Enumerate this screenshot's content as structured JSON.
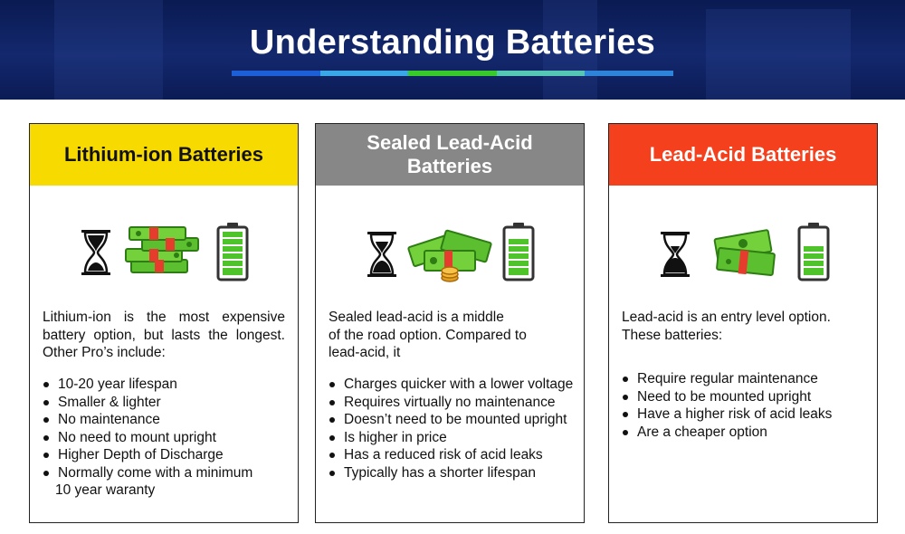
{
  "title": "Understanding Batteries",
  "underline_colors": [
    "#1d5fd6",
    "#3aa7e6",
    "#38c92a",
    "#55c7b4",
    "#2e84d8"
  ],
  "cards": [
    {
      "header_lines": [
        "Lithium-ion Batteries"
      ],
      "header_bg": "#f7db00",
      "header_color": "#111111",
      "icons": [
        "hourglass-icon",
        "money-stacks-icon",
        "battery-full-icon"
      ],
      "description_lines": [
        "Lithium-ion is the most expensive",
        "battery option, but lasts the longest.",
        "Other Pro’s include:"
      ],
      "bullets": [
        "10-20 year lifespan",
        "Smaller & lighter",
        "No maintenance",
        "No need to mount upright",
        "Higher Depth of Discharge",
        "Normally come with a minimum"
      ],
      "bullet_continuation": "10 year waranty"
    },
    {
      "header_lines": [
        "Sealed Lead-Acid",
        "Batteries"
      ],
      "header_bg": "#878787",
      "header_color": "#ffffff",
      "icons": [
        "hourglass-icon",
        "money-and-coins-icon",
        "battery-mostly-full-icon"
      ],
      "description_lines": [
        "Sealed lead-acid is a middle",
        "of the road option. Compared to",
        "lead-acid, it"
      ],
      "bullets": [
        "Charges quicker with a lower voltage",
        "Requires virtually no maintenance",
        "Doesn’t need to be mounted upright",
        "Is higher in price",
        "Has a reduced risk of acid leaks",
        "Typically has a shorter lifespan"
      ]
    },
    {
      "header_lines": [
        "Lead-Acid Batteries"
      ],
      "header_bg": "#f4401c",
      "header_color": "#ffffff",
      "icons": [
        "hourglass-icon",
        "money-small-icon",
        "battery-half-icon"
      ],
      "description_lines": [
        "Lead-acid is an entry level option.",
        "These batteries:"
      ],
      "bullets": [
        "Require regular maintenance",
        "Need to be mounted upright",
        "Have a higher risk of acid leaks",
        "Are a cheaper option"
      ]
    }
  ]
}
